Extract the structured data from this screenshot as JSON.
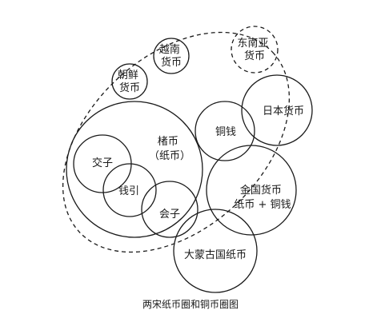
{
  "labels": {
    "yuenan_line1": "越南",
    "yuenan_line2": "货币",
    "chaoxian_line1": "朝鲜",
    "chaoxian_line2": "货币",
    "dongnanya_line1": "东南亚",
    "dongnanya_line2": "货币",
    "riben": "日本货币",
    "tongqian": "铜钱",
    "chubi_line1": "楮币",
    "chubi_line2": "（纸币）",
    "jiaozi": "交子",
    "qianyin": "钱引",
    "huizi": "会子",
    "jinguo_line1": "金国货币",
    "jinguo_line2": "纸币 + 铜钱",
    "damenggu": "大蒙古国纸币"
  },
  "caption": "两宋纸币圈和铜币圈图"
}
